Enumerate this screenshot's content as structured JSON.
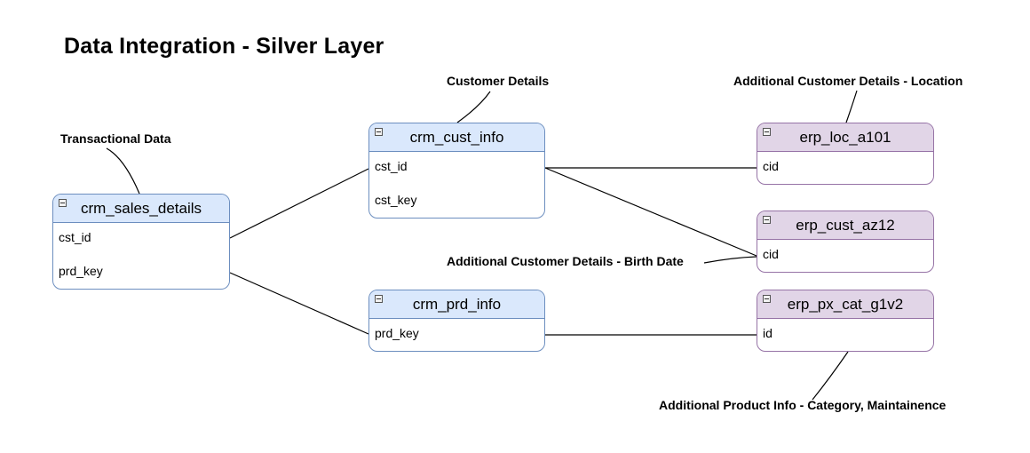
{
  "page_title": "Data Integration - Silver Layer",
  "tables": {
    "crm_sales_details": {
      "name": "crm_sales_details",
      "fields": [
        "cst_id",
        "prd_key"
      ]
    },
    "crm_cust_info": {
      "name": "crm_cust_info",
      "fields": [
        "cst_id",
        "cst_key"
      ]
    },
    "crm_prd_info": {
      "name": "crm_prd_info",
      "fields": [
        "prd_key"
      ]
    },
    "erp_loc_a101": {
      "name": "erp_loc_a101",
      "fields": [
        "cid"
      ]
    },
    "erp_cust_az12": {
      "name": "erp_cust_az12",
      "fields": [
        "cid"
      ]
    },
    "erp_px_cat_g1v2": {
      "name": "erp_px_cat_g1v2",
      "fields": [
        "id"
      ]
    }
  },
  "annotations": {
    "transactional": "Transactional Data",
    "customer_details": "Customer Details",
    "location": "Additional Customer Details - Location",
    "birth_date": "Additional Customer Details - Birth Date",
    "product_info": "Additional Product Info - Category, Maintainence"
  },
  "colors": {
    "crm_header_fill": "#dae8fc",
    "crm_border": "#6c8ebf",
    "erp_header_fill": "#e1d5e7",
    "erp_border": "#9673a6"
  },
  "icons": {
    "collapse": "collapse-minus-icon"
  }
}
